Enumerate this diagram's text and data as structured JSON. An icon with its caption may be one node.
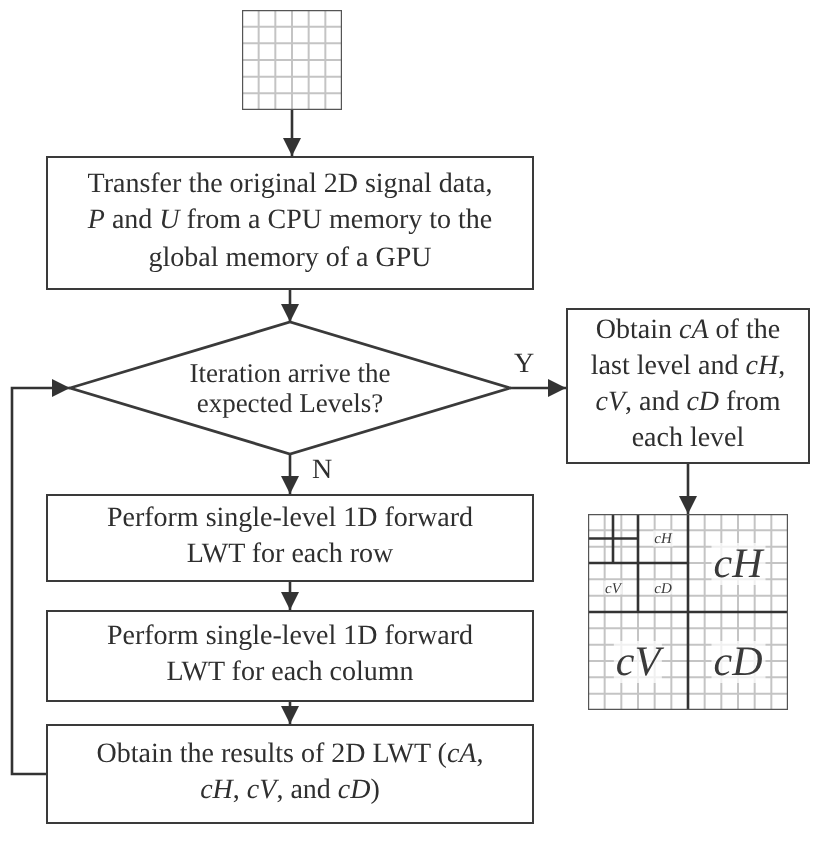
{
  "diagram": {
    "nodes": [
      {
        "text": [],
        "shape": "grid"
      },
      {
        "text": [
          "Transfer the original 2D signal data, *P* and *U* from a CPU memory to the global memory of a GPU"
        ]
      },
      {
        "text": [
          "Iteration arrive the expected Levels?"
        ]
      },
      {
        "text": [
          "Obtain *cA* of the last level and *cH*, *cV*, and *cD* from each level"
        ]
      },
      {
        "text": [
          "cH",
          "cV",
          "cD",
          "cH",
          "cV",
          "cD"
        ]
      },
      {
        "text": [
          "Perform single-level 1D forward LWT for each row"
        ]
      },
      {
        "text": [
          "Perform single-level 1D forward LWT for each column"
        ]
      },
      {
        "text": [
          "Obtain the results of 2D LWT (*cA*, *cH*, *cV*, and *cD*)"
        ]
      }
    ],
    "edges": [
      {
        "from": 0,
        "to": 1,
        "arrow": "to"
      },
      {
        "from": 1,
        "to": 2,
        "arrow": "to"
      },
      {
        "from": 2,
        "to": 3,
        "arrow": "to",
        "label": "Y"
      },
      {
        "from": 3,
        "to": 4,
        "arrow": "to"
      },
      {
        "from": 2,
        "to": 5,
        "arrow": "to",
        "label": "N"
      },
      {
        "from": 5,
        "to": 6,
        "arrow": "to"
      },
      {
        "from": 6,
        "to": 7,
        "arrow": "to"
      },
      {
        "from": 7,
        "to": 2,
        "arrow": "to"
      }
    ]
  }
}
